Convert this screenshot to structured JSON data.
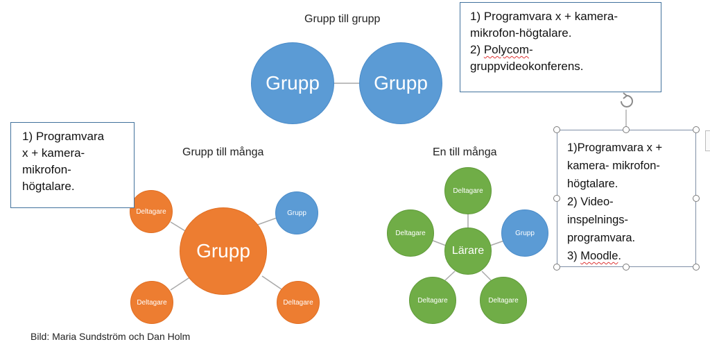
{
  "diagrams": {
    "group_to_group": {
      "title": "Grupp till grupp",
      "left_label": "Grupp",
      "right_label": "Grupp"
    },
    "group_to_many": {
      "title": "Grupp till många",
      "center_label": "Grupp",
      "nodes": [
        "Deltagare",
        "Grupp",
        "Deltagare",
        "Deltagare"
      ]
    },
    "one_to_many": {
      "title": "En till många",
      "center_label": "Lärare",
      "nodes": [
        "Deltagare",
        "Grupp",
        "Deltagare",
        "Deltagare",
        "Deltagare"
      ]
    }
  },
  "textboxes": {
    "top_right": {
      "lines": [
        "1) Programvara x + kamera-",
        "mikrofon-högtalare.",
        "2) Polycom-",
        "gruppvideokonferens."
      ]
    },
    "left": {
      "lines": [
        "1) Programvara",
        "x  + kamera-",
        "mikrofon-",
        "högtalare."
      ]
    },
    "right_selected": {
      "lines": [
        "1)Programvara x   +",
        "kamera- mikrofon-",
        "högtalare.",
        "2) Video-",
        "inspelnings-",
        "programvara.",
        "3) Moodle."
      ]
    }
  },
  "caption": "Bild: Maria Sundström och Dan Holm",
  "colors": {
    "blue": "#5b9bd5",
    "orange": "#ed7d31",
    "green": "#70ad47",
    "box_border": "#41719c"
  },
  "icons": {
    "rotate_handle": "rotate-handle-icon"
  }
}
